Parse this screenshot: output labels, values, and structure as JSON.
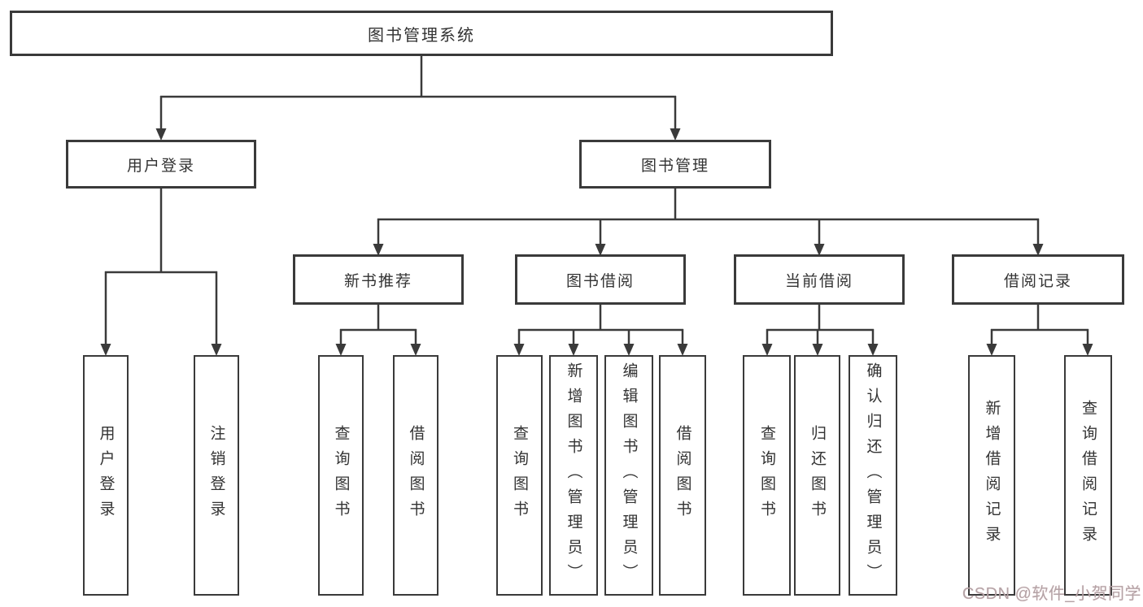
{
  "diagram": {
    "root": {
      "label": "图书管理系统"
    },
    "branches": [
      {
        "label": "用户登录",
        "children": [
          {
            "label": "用户登录"
          },
          {
            "label": "注销登录"
          }
        ]
      },
      {
        "label": "图书管理",
        "children": [
          {
            "label": "新书推荐",
            "children": [
              {
                "label": "查询图书"
              },
              {
                "label": "借阅图书"
              }
            ]
          },
          {
            "label": "图书借阅",
            "children": [
              {
                "label": "查询图书"
              },
              {
                "label": "新增图书（管理员）"
              },
              {
                "label": "编辑图书（管理员）"
              },
              {
                "label": "借阅图书"
              }
            ]
          },
          {
            "label": "当前借阅",
            "children": [
              {
                "label": "查询图书"
              },
              {
                "label": "归还图书"
              },
              {
                "label": "确认归还（管理员）"
              }
            ]
          },
          {
            "label": "借阅记录",
            "children": [
              {
                "label": "新增借阅记录"
              },
              {
                "label": "查询借阅记录"
              }
            ]
          }
        ]
      }
    ]
  },
  "watermark": {
    "text": "CSDN @软件_小贺同学"
  },
  "colors": {
    "line": "#3a3a3a",
    "text": "#333333",
    "watermark": "#b3a3a6",
    "background": "#ffffff"
  }
}
